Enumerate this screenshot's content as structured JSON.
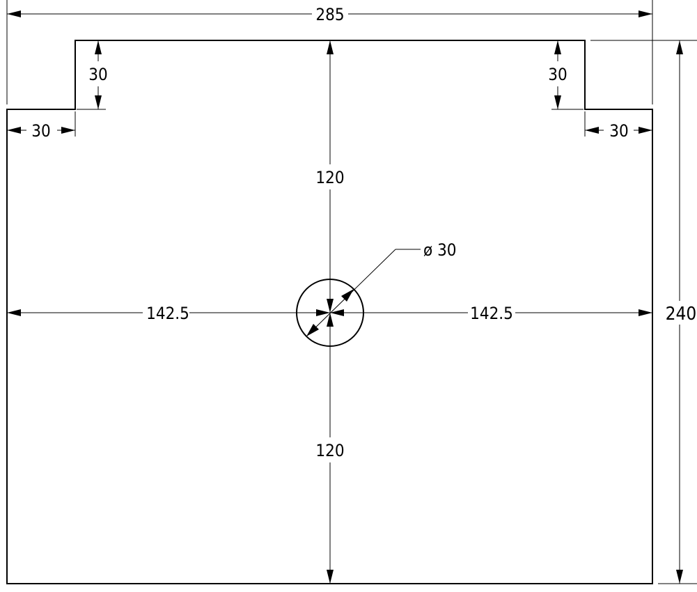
{
  "dimensions": {
    "overall_width": "285",
    "overall_height": "240",
    "left_step_height": "30",
    "right_step_height": "30",
    "left_step_width": "30",
    "right_step_width": "30",
    "hole_to_top": "120",
    "hole_to_bottom": "120",
    "hole_to_left": "142.5",
    "hole_to_right": "142.5",
    "hole_diameter": "ø 30"
  },
  "colors": {
    "line": "#000000",
    "background": "#ffffff"
  }
}
